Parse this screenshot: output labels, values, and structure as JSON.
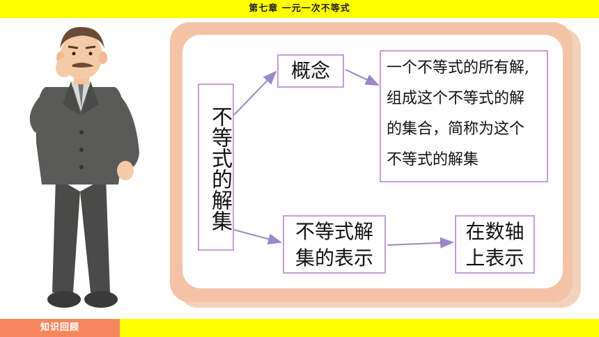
{
  "header": {
    "title": "第七章   一元一次不等式"
  },
  "footer": {
    "section_tag": "知识回顾"
  },
  "diagram": {
    "root": "不等式的解集",
    "concept": "概念",
    "definition_lines": [
      "一个不等式的所有解,",
      "组成这个不等式的解",
      "的集合，简称为这个",
      "不等式的解集"
    ],
    "representation_lines": [
      "不等式解",
      "集的表示"
    ],
    "number_line_lines": [
      "在数轴",
      "上表示"
    ]
  },
  "colors": {
    "top_bar": "#ffff00",
    "section_tag": "#f5875f",
    "frame": "#f4c3a6",
    "box_border": "#c79bd8",
    "arrow": "#9a86c8"
  }
}
